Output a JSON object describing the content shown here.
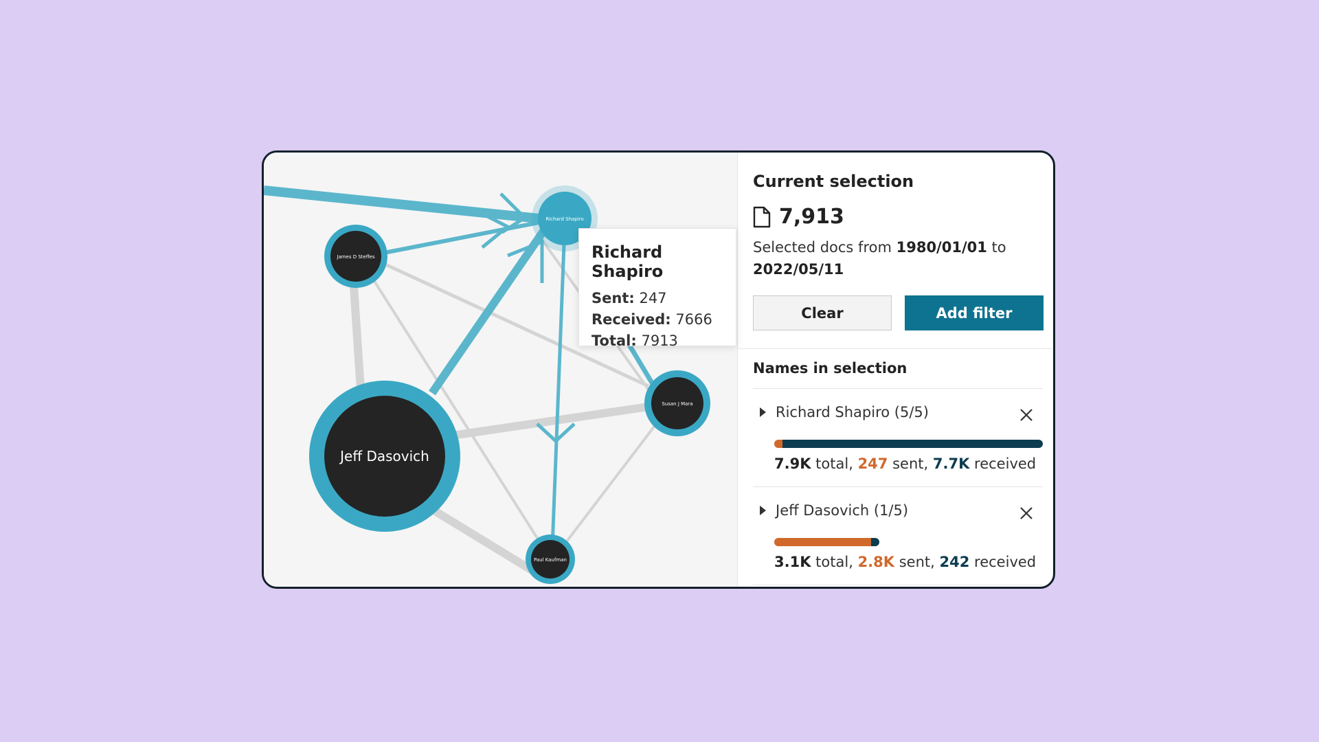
{
  "graph": {
    "nodes": [
      {
        "id": "richard-shapiro",
        "label": "Richard Shapiro"
      },
      {
        "id": "james-d-steffes",
        "label": "James D Steffes"
      },
      {
        "id": "jeff-dasovich",
        "label": "Jeff Dasovich"
      },
      {
        "id": "susan-j-mara",
        "label": "Susan J Mara"
      },
      {
        "id": "paul-kaufman",
        "label": "Paul Kaufman"
      }
    ],
    "colors": {
      "node_fill": "#242424",
      "node_ring": "#3aa8c4",
      "highlight_edge": "#5bb6cc",
      "inactive_edge": "#d4d4d4",
      "background": "#f5f5f5"
    }
  },
  "tooltip": {
    "name": "Richard Shapiro",
    "sent_label": "Sent:",
    "sent_value": "247",
    "received_label": "Received:",
    "received_value": "7666",
    "total_label": "Total:",
    "total_value": "7913"
  },
  "panel": {
    "title": "Current selection",
    "doc_icon": "document-icon",
    "doc_count": "7,913",
    "selected_prefix": "Selected docs from",
    "date_from": "1980/01/01",
    "date_to_word": "to",
    "date_to": "2022/05/11",
    "clear_label": "Clear",
    "add_filter_label": "Add filter",
    "names_title": "Names in selection",
    "names": [
      {
        "label": "Richard Shapiro (5/5)",
        "sent_fraction": 0.031,
        "total": "7.9K",
        "total_word": "total,",
        "sent": "247",
        "sent_word": "sent,",
        "received": "7.7K",
        "received_word": "received"
      },
      {
        "label": "Jeff Dasovich (1/5)",
        "sent_fraction": 0.92,
        "total": "3.1K",
        "total_word": "total,",
        "sent": "2.8K",
        "sent_word": "sent,",
        "received": "242",
        "received_word": "received"
      }
    ],
    "colors": {
      "accent": "#0e7390",
      "sent": "#d0692b",
      "received": "#0c3c4f"
    }
  }
}
